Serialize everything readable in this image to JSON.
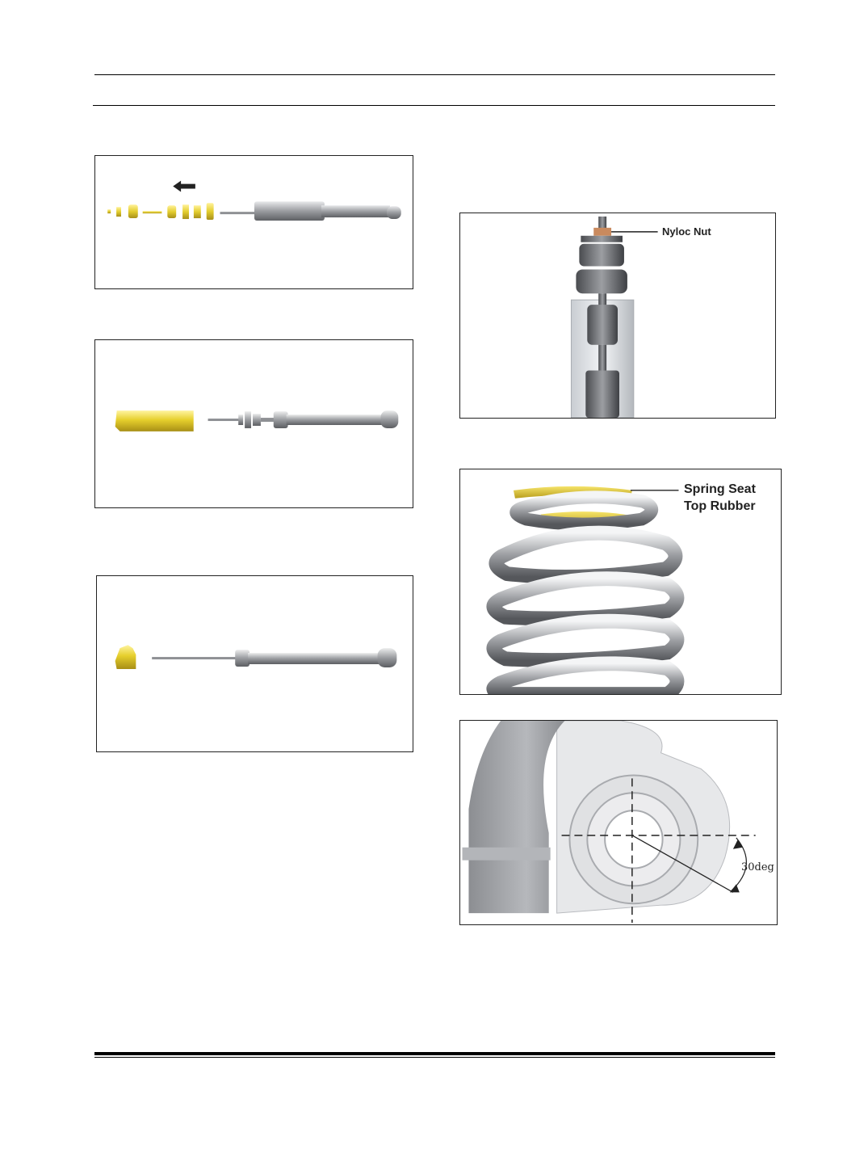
{
  "figures": {
    "nyloc": {
      "callout": "Nyloc Nut"
    },
    "spring": {
      "callout_line1": "Spring Seat",
      "callout_line2": "Top Rubber"
    },
    "bracket": {
      "angle_label": "30deg"
    }
  },
  "colors": {
    "yellow_part": "#e3cd2e",
    "metal": "#9a9ca0",
    "outline": "#222222"
  }
}
